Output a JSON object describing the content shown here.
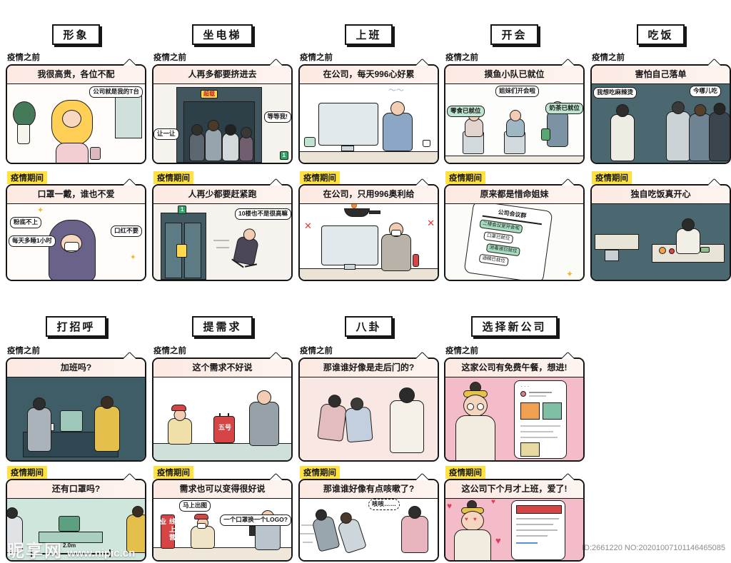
{
  "icons": {
    "heart": "♥",
    "sparkle": "✦",
    "cross": "✕",
    "squiggle": "〜〜",
    "dots": "· · ·"
  },
  "labels": {
    "before": "疫情之前",
    "during": "疫情期间"
  },
  "watermark": {
    "site": "昵享网",
    "url": "www.nipic.cn",
    "id": "ID:2661220 NO:20201007101146465085"
  },
  "sections": [
    {
      "title": "形象",
      "before": {
        "caption": "我很高贵，各位不配",
        "bubble": "公司就是我的T台"
      },
      "during": {
        "caption": "口罩一戴，谁也不爱",
        "tags": [
          "粉底不上",
          "每天多睡1小时",
          "口红不要"
        ]
      }
    },
    {
      "title": "坐电梯",
      "before": {
        "caption": "人再多都要挤进去",
        "sign": "超载",
        "bubbles": [
          "等等我!",
          "让一让"
        ],
        "floor": "1"
      },
      "during": {
        "caption": "人再少都要赶紧跑",
        "bubble": "10楼也不是很高嘛",
        "floor": "1"
      }
    },
    {
      "title": "上班",
      "before": {
        "caption": "在公司，每天996心好累"
      },
      "during": {
        "caption": "在公司，只用996奥利给"
      }
    },
    {
      "title": "开会",
      "before": {
        "caption": "摸鱼小队已就位",
        "bubbles": [
          "姐妹们开会啦",
          "零食已就位",
          "奶茶已就位"
        ]
      },
      "during": {
        "caption": "原来都是惜命姐妹",
        "chat": {
          "title": "公司会议群",
          "messages": [
            "二楼会议室开会啦",
            "口罩已就位",
            "消毒液已就位",
            "酒精已就位"
          ]
        }
      }
    },
    {
      "title": "吃饭",
      "before": {
        "caption": "害怕自己落单",
        "bubbles": [
          "我想吃麻辣烫",
          "今哪儿吃"
        ]
      },
      "during": {
        "caption": "独自吃饭真开心"
      }
    },
    {
      "title": "打招呼",
      "before": {
        "caption": "加班吗?"
      },
      "during": {
        "caption": "还有口罩吗?",
        "distance": "2.0m"
      }
    },
    {
      "title": "提需求",
      "before": {
        "caption": "这个需求不好说",
        "calendar": "五号"
      },
      "during": {
        "caption": "需求也可以变得很好说",
        "sign": "线上营业",
        "bubbles": [
          "马上出图",
          "一个口罩换一个LOGO?"
        ]
      }
    },
    {
      "title": "八卦",
      "before": {
        "caption": "那谁谁好像是走后门的?"
      },
      "during": {
        "caption": "那谁谁好像有点咳嗽了?",
        "bubble": "咳咳……"
      }
    },
    {
      "title": "选择新公司",
      "before": {
        "caption": "这家公司有免费午餐，想进!"
      },
      "during": {
        "caption": "这公司下个月才上班，爱了!"
      }
    }
  ]
}
